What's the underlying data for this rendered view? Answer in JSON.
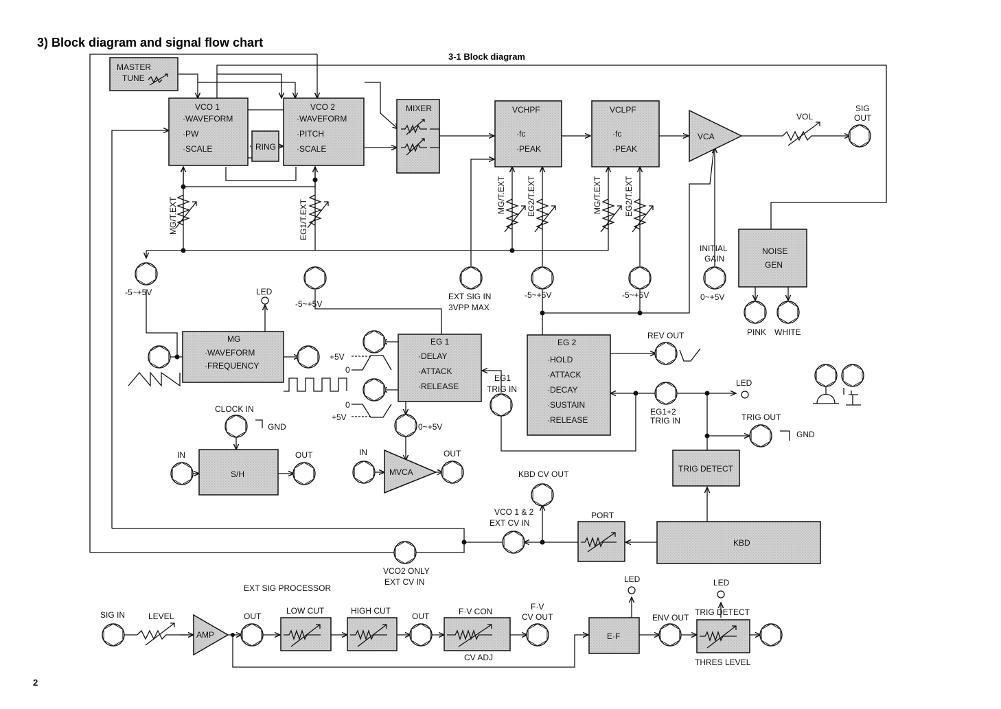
{
  "page": {
    "title": "3)  Block diagram and signal flow chart",
    "subtitle": "3-1  Block diagram",
    "page_number": "2"
  },
  "blocks": {
    "master_tune": [
      "MASTER",
      "TUNE"
    ],
    "vco1": [
      "VCO 1",
      "·WAVEFORM",
      "·PW",
      "·SCALE"
    ],
    "vco2": [
      "VCO 2",
      "·WAVEFORM",
      "·PITCH",
      "·SCALE"
    ],
    "ring": "RING",
    "mixer": "MIXER",
    "vchpf": [
      "VCHPF",
      "·fc",
      "·PEAK"
    ],
    "vclpf": [
      "VCLPF",
      "·fc",
      "·PEAK"
    ],
    "vca": "VCA",
    "noise_gen": [
      "NOISE",
      "GEN"
    ],
    "mg": [
      "MG",
      "·WAVEFORM",
      "·FREQUENCY"
    ],
    "eg1": [
      "EG 1",
      "·DELAY",
      "·ATTACK",
      "·RELEASE"
    ],
    "eg2": [
      "EG 2",
      "·HOLD",
      "·ATTACK",
      "·DECAY",
      "·SUSTAIN",
      "·RELEASE"
    ],
    "sh": "S/H",
    "mvca": "MVCA",
    "trig_detect": "TRIG DETECT",
    "kbd": "KBD",
    "port": "PORT",
    "amp": "AMP",
    "ef": "E·F"
  },
  "labels": {
    "vol": "VOL",
    "sig_out": [
      "SIG",
      "OUT"
    ],
    "mg_text_1": "MG/T.EXT",
    "eg1_text": "EG1/T.EXT",
    "vchpf_mg": "MG/T.EXT",
    "vchpf_eg2": "EG2/T.EXT",
    "vclpf_mg": "MG/T.EXT",
    "vclpf_eg2": "EG2/T.EXT",
    "range_1": "-5~+5V",
    "range_2": "-5~+5V",
    "range_3": "-5~+5V",
    "range_4": "-5~+5V",
    "range_0_5": "0~+5V",
    "range_0_5_b": "0~+5V",
    "initial_gain": [
      "INITIAL",
      "GAIN"
    ],
    "ext_sig_in": [
      "EXT SIG IN",
      "3VPP MAX"
    ],
    "pink": "PINK",
    "white": "WHITE",
    "led": "LED",
    "plus5v": "+5V",
    "zero": "0",
    "eg1_trig_in": [
      "EG1",
      "TRIG  IN"
    ],
    "rev_out": "REV OUT",
    "eg12_trig_in": [
      "EG1+2",
      "TRIG IN"
    ],
    "trig_out": "TRIG OUT",
    "gnd": "GND",
    "clock_in": "CLOCK IN",
    "in": "IN",
    "out": "OUT",
    "kbd_cv_out": "KBD CV OUT",
    "vco12_ext_cv_in": [
      "VCO 1 & 2",
      "EXT CV IN"
    ],
    "vco2_only": [
      "VCO2 ONLY",
      "EXT CV IN"
    ],
    "ext_sig_processor": "EXT SIG PROCESSOR",
    "sig_in": "SIG IN",
    "level": "LEVEL",
    "low_cut": "LOW CUT",
    "high_cut": "HIGH CUT",
    "fv_con": "F·V CON",
    "fv_out": [
      "F·V",
      "CV OUT"
    ],
    "cv_adj": "CV ADJ",
    "env_out": "ENV OUT",
    "trig_detect2": "TRIG DETECT",
    "thres_level": "THRES LEVEL"
  }
}
